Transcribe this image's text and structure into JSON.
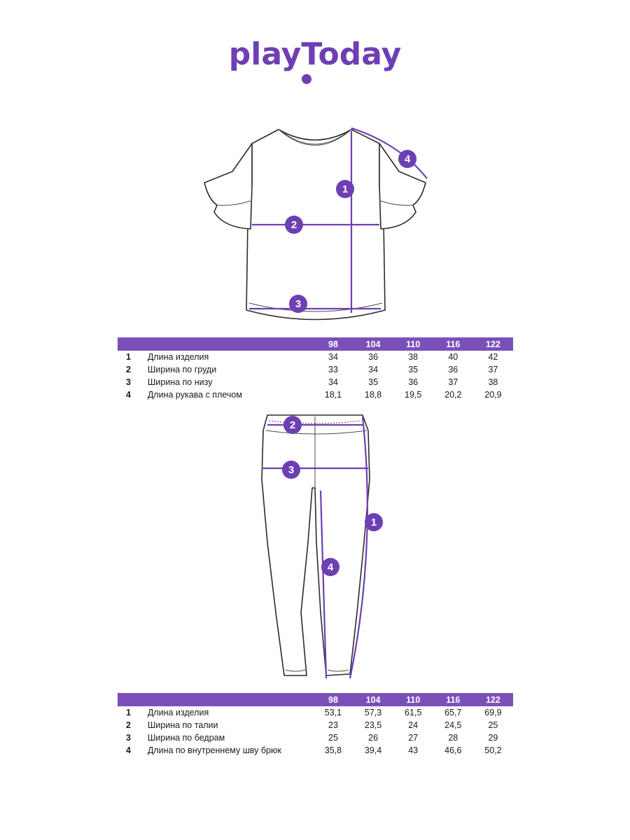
{
  "brand": {
    "logo_text": "playToday",
    "accent_color": "#6d3fb3",
    "table_header_color": "#7a50b8"
  },
  "top": {
    "markers": [
      "1",
      "2",
      "3",
      "4"
    ],
    "table": {
      "sizes": [
        "98",
        "104",
        "110",
        "116",
        "122"
      ],
      "rows": [
        {
          "num": "1",
          "name": "Длина изделия",
          "values": [
            "34",
            "36",
            "38",
            "40",
            "42"
          ]
        },
        {
          "num": "2",
          "name": "Ширина по груди",
          "values": [
            "33",
            "34",
            "35",
            "36",
            "37"
          ]
        },
        {
          "num": "3",
          "name": "Ширина по низу",
          "values": [
            "34",
            "35",
            "36",
            "37",
            "38"
          ]
        },
        {
          "num": "4",
          "name": "Длина рукава с плечом",
          "values": [
            "18,1",
            "18,8",
            "19,5",
            "20,2",
            "20,9"
          ]
        }
      ]
    }
  },
  "bottom": {
    "markers": [
      "1",
      "2",
      "3",
      "4"
    ],
    "table": {
      "sizes": [
        "98",
        "104",
        "110",
        "116",
        "122"
      ],
      "rows": [
        {
          "num": "1",
          "name": "Длина изделия",
          "values": [
            "53,1",
            "57,3",
            "61,5",
            "65,7",
            "69,9"
          ]
        },
        {
          "num": "2",
          "name": "Ширина по талии",
          "values": [
            "23",
            "23,5",
            "24",
            "24,5",
            "25"
          ]
        },
        {
          "num": "3",
          "name": "Ширина по бедрам",
          "values": [
            "25",
            "26",
            "27",
            "28",
            "29"
          ]
        },
        {
          "num": "4",
          "name": "Длина по внутреннему шву брюк",
          "values": [
            "35,8",
            "39,4",
            "43",
            "46,6",
            "50,2"
          ]
        }
      ]
    }
  }
}
